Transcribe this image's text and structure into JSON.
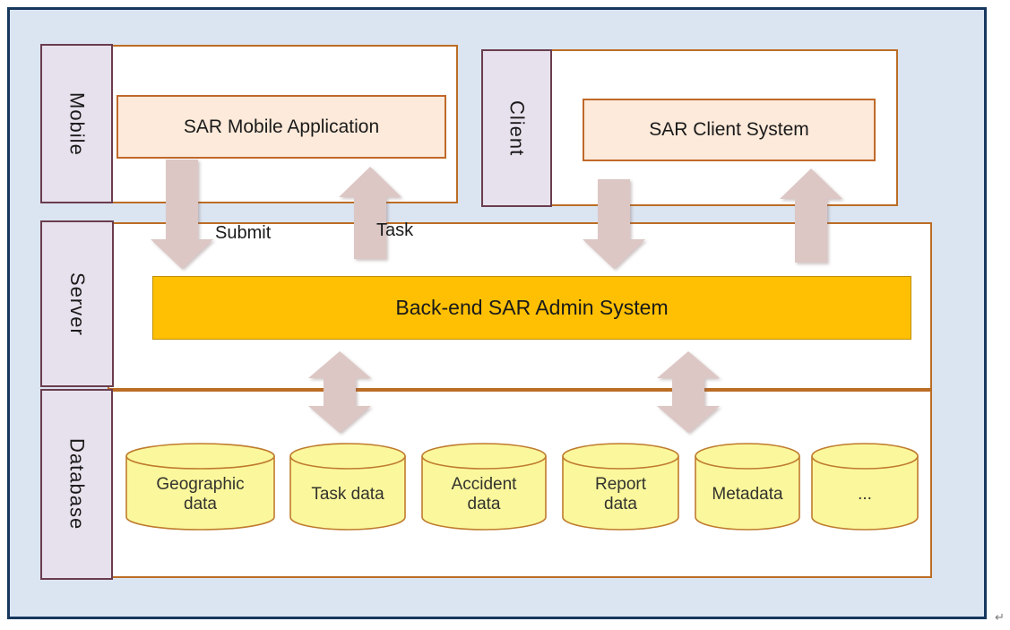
{
  "colors": {
    "background": "#dbe5f1",
    "outer_border": "#17375d",
    "section_label_fill": "#e7e1ed",
    "section_label_border": "#6a3d4e",
    "content_border": "#bc6d25",
    "highlight_fill": "#fdeada",
    "highlight_border": "#c0692a",
    "admin_bar_fill": "#ffc003",
    "admin_bar_border": "#bf8f00",
    "cylinder_fill": "#fbf79d",
    "cylinder_border": "#bf7b2d",
    "arrow_fill": "#dcc7c5"
  },
  "sections": {
    "mobile": {
      "label": "Mobile",
      "box_label": "SAR Mobile Application"
    },
    "client": {
      "label": "Client",
      "box_label": "SAR Client System"
    },
    "server": {
      "label": "Server",
      "bar_label": "Back-end SAR Admin System"
    },
    "database": {
      "label": "Database",
      "cylinders": [
        "Geographic\ndata",
        "Task data",
        "Accident\ndata",
        "Report\ndata",
        "Metadata",
        "..."
      ]
    }
  },
  "arrows": {
    "submit_label": "Submit",
    "task_label": "Task"
  },
  "footer": {
    "return_mark": "↵"
  }
}
